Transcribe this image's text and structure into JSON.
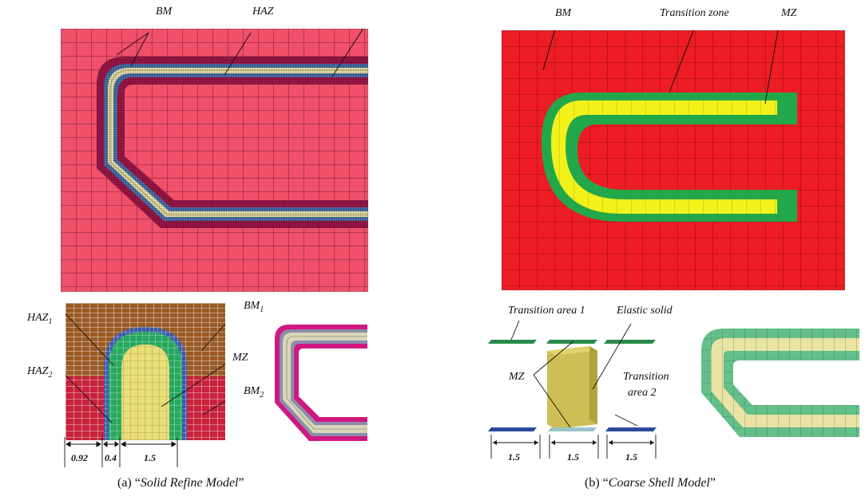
{
  "left": {
    "top_labels": {
      "bm": "BM",
      "haz": "HAZ"
    },
    "detail_labels": {
      "haz1": "HAZ",
      "haz1_sub": "1",
      "haz2": "HAZ",
      "haz2_sub": "2",
      "bm1": "BM",
      "bm1_sub": "1",
      "bm2": "BM",
      "bm2_sub": "2",
      "mz": "MZ"
    },
    "dimensions": [
      "0.92",
      "0.4",
      "1.5"
    ],
    "caption_prefix": "(a) “",
    "caption_italic": "Solid Refine Model",
    "caption_suffix": "”"
  },
  "right": {
    "top_labels": {
      "bm": "BM",
      "transition": "Transition zone",
      "mz": "MZ"
    },
    "detail_labels": {
      "transition1": "Transition area 1",
      "elastic": "Elastic solid",
      "mz": "MZ",
      "transition2_line1": "Transition",
      "transition2_line2": "area 2"
    },
    "dimensions": [
      "1.5",
      "1.5",
      "1.5"
    ],
    "caption_prefix": "(b) “",
    "caption_italic": "Coarse Shell Model",
    "caption_suffix": "”"
  },
  "colors": {
    "bm_pink": "#f0506a",
    "haz_dark": "#9c1848",
    "haz_blue": "#4a6fa8",
    "mz_yellow": "#e9e2a8",
    "coarse_red": "#ee1c24",
    "coarse_green": "#22a84a",
    "coarse_yellow": "#f2f21a",
    "bm1_brown": "#9a5a24",
    "detail_green": "#28a860",
    "detail_red": "#c8223c",
    "detail_blue": "#3c5aa8",
    "shell_green": "#64c08a",
    "shell_yellow": "#eae4a4",
    "solid_olive": "#cdbf55"
  }
}
